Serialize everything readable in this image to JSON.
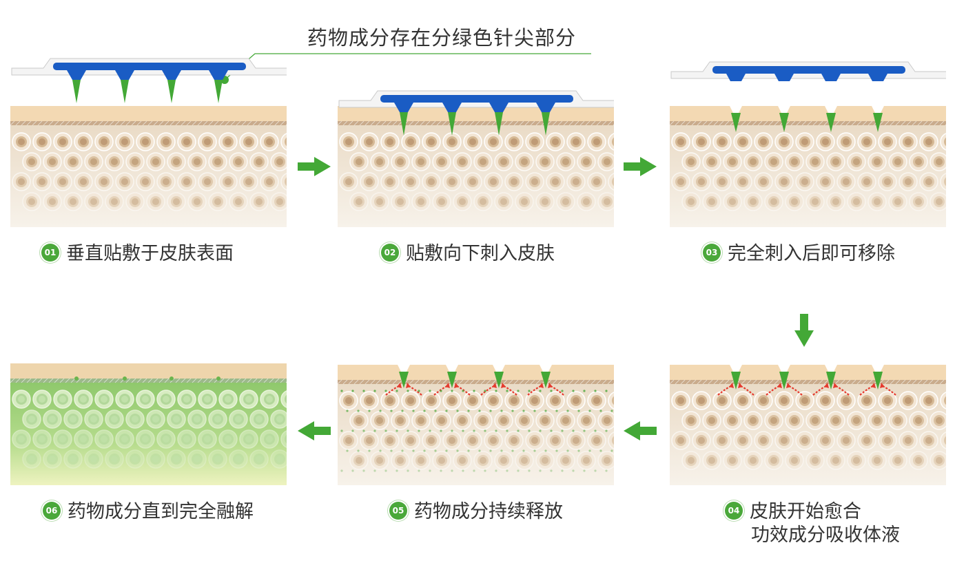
{
  "callout": {
    "text": "药物成分存在分绿色针尖部分"
  },
  "colors": {
    "green": "#43a836",
    "blue": "#1a5cc4",
    "skin_top": "#f3d9b3",
    "cell_ring": "#d1b48e",
    "red_arrow": "#e53a2e"
  },
  "steps": [
    {
      "num": "01",
      "label": "垂直贴敷于皮肤表面"
    },
    {
      "num": "02",
      "label": "贴敷向下刺入皮肤"
    },
    {
      "num": "03",
      "label": "完全刺入后即可移除"
    },
    {
      "num": "04",
      "label": "皮肤开始愈合",
      "label2": "功效成分吸收体液"
    },
    {
      "num": "05",
      "label": "药物成分持续释放"
    },
    {
      "num": "06",
      "label": "药物成分直到完全融解"
    }
  ],
  "flow_icons": [
    "arrow-right-icon",
    "arrow-right-icon",
    "arrow-down-icon",
    "arrow-left-icon",
    "arrow-left-icon"
  ]
}
